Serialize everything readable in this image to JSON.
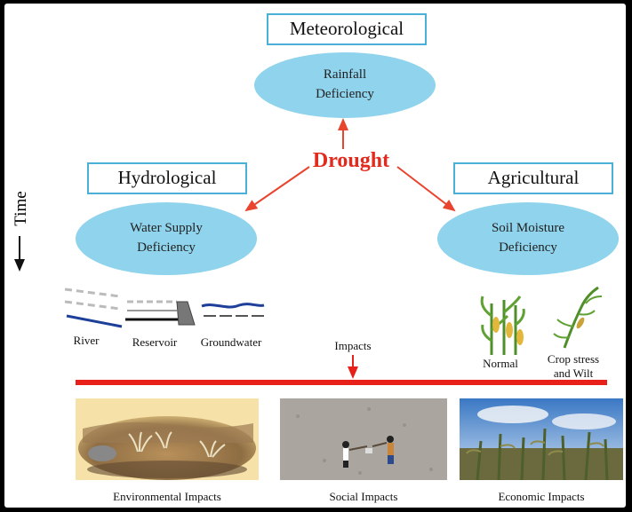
{
  "boxes": {
    "meteorological": "Meteorological",
    "hydrological": "Hydrological",
    "agricultural": "Agricultural"
  },
  "ellipses": {
    "rainfall": [
      "Rainfall",
      "Deficiency"
    ],
    "water_supply": [
      "Water Supply",
      "Deficiency"
    ],
    "soil_moisture": [
      "Soil Moisture",
      "Deficiency"
    ]
  },
  "center": "Drought",
  "time_label": "Time",
  "hydro_icons": [
    "River",
    "Reservoir",
    "Groundwater"
  ],
  "agri_icons": [
    "Normal",
    "Crop stress",
    "and Wilt"
  ],
  "impacts_label": "Impacts",
  "impact_panels": [
    "Environmental Impacts",
    "Social Impacts",
    "Economic Impacts"
  ],
  "colors": {
    "box_border": "#4ab0d8",
    "ellipse_fill": "#8fd3ec",
    "arrow_red": "#e8442e",
    "drought_text": "#e22b1f",
    "impact_bar": "#e8201a"
  }
}
